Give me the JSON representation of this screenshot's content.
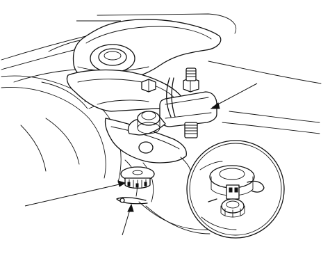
{
  "figure": {
    "callouts": [
      {
        "id": "tool",
        "label": ""
      },
      {
        "id": "castle-nut",
        "label": ""
      },
      {
        "id": "cotter-pin",
        "label": ""
      },
      {
        "id": "detail-view",
        "label": ""
      },
      {
        "id": "upper-reference",
        "label": ""
      }
    ]
  }
}
